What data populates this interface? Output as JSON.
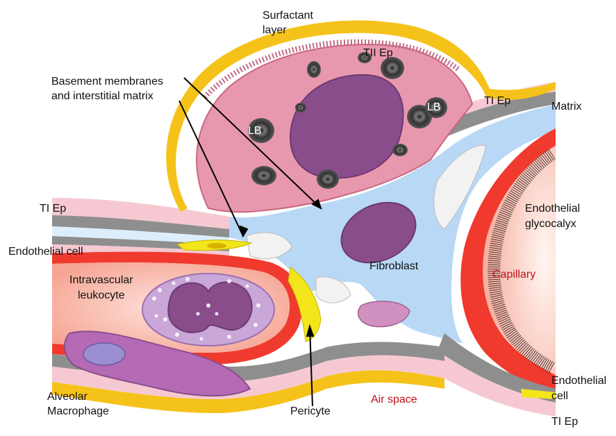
{
  "labels": {
    "surfactant_line1": "Surfactant",
    "surfactant_line2": "layer",
    "tii_ep": "TII Ep",
    "basement_line1": "Basement membranes",
    "basement_line2": "and interstitial matrix",
    "lb_left": "LB",
    "lb_right": "LB",
    "ti_ep_top_right": "TI Ep",
    "matrix": "Matrix",
    "ti_ep_left": "TI Ep",
    "endothelial_glycocalyx_line1": "Endothelial",
    "endothelial_glycocalyx_line2": "glycocalyx",
    "endothelial_cell_left": "Endothelial cell",
    "fibroblast": "Fibroblast",
    "capillary": "Capillary",
    "intravascular_line1": "Intravascular",
    "intravascular_line2": "leukocyte",
    "alveolar_line1": "Alveolar",
    "alveolar_line2": "Macrophage",
    "pericyte": "Pericyte",
    "air_space": "Air space",
    "endothelial_cell_right_line1": "Endothelial",
    "endothelial_cell_right_line2": "cell",
    "ti_ep_bottom_right": "TI Ep"
  },
  "colors": {
    "surfactant": "#f5c21a",
    "type2_cell": "#e898ae",
    "nucleus": "#8a4d8c",
    "epithelium": "#f6c9d2",
    "basement_membrane": "#8e8e8e",
    "interstitium": "#b8d8f5",
    "endothelium": "#f03a2e",
    "capillary_lumen": "#fde0dc",
    "pericyte": "#f2e51a",
    "leukocyte": "#c9a7d8",
    "macrophage": "#b56ab5",
    "label_red": "#c0101a"
  }
}
